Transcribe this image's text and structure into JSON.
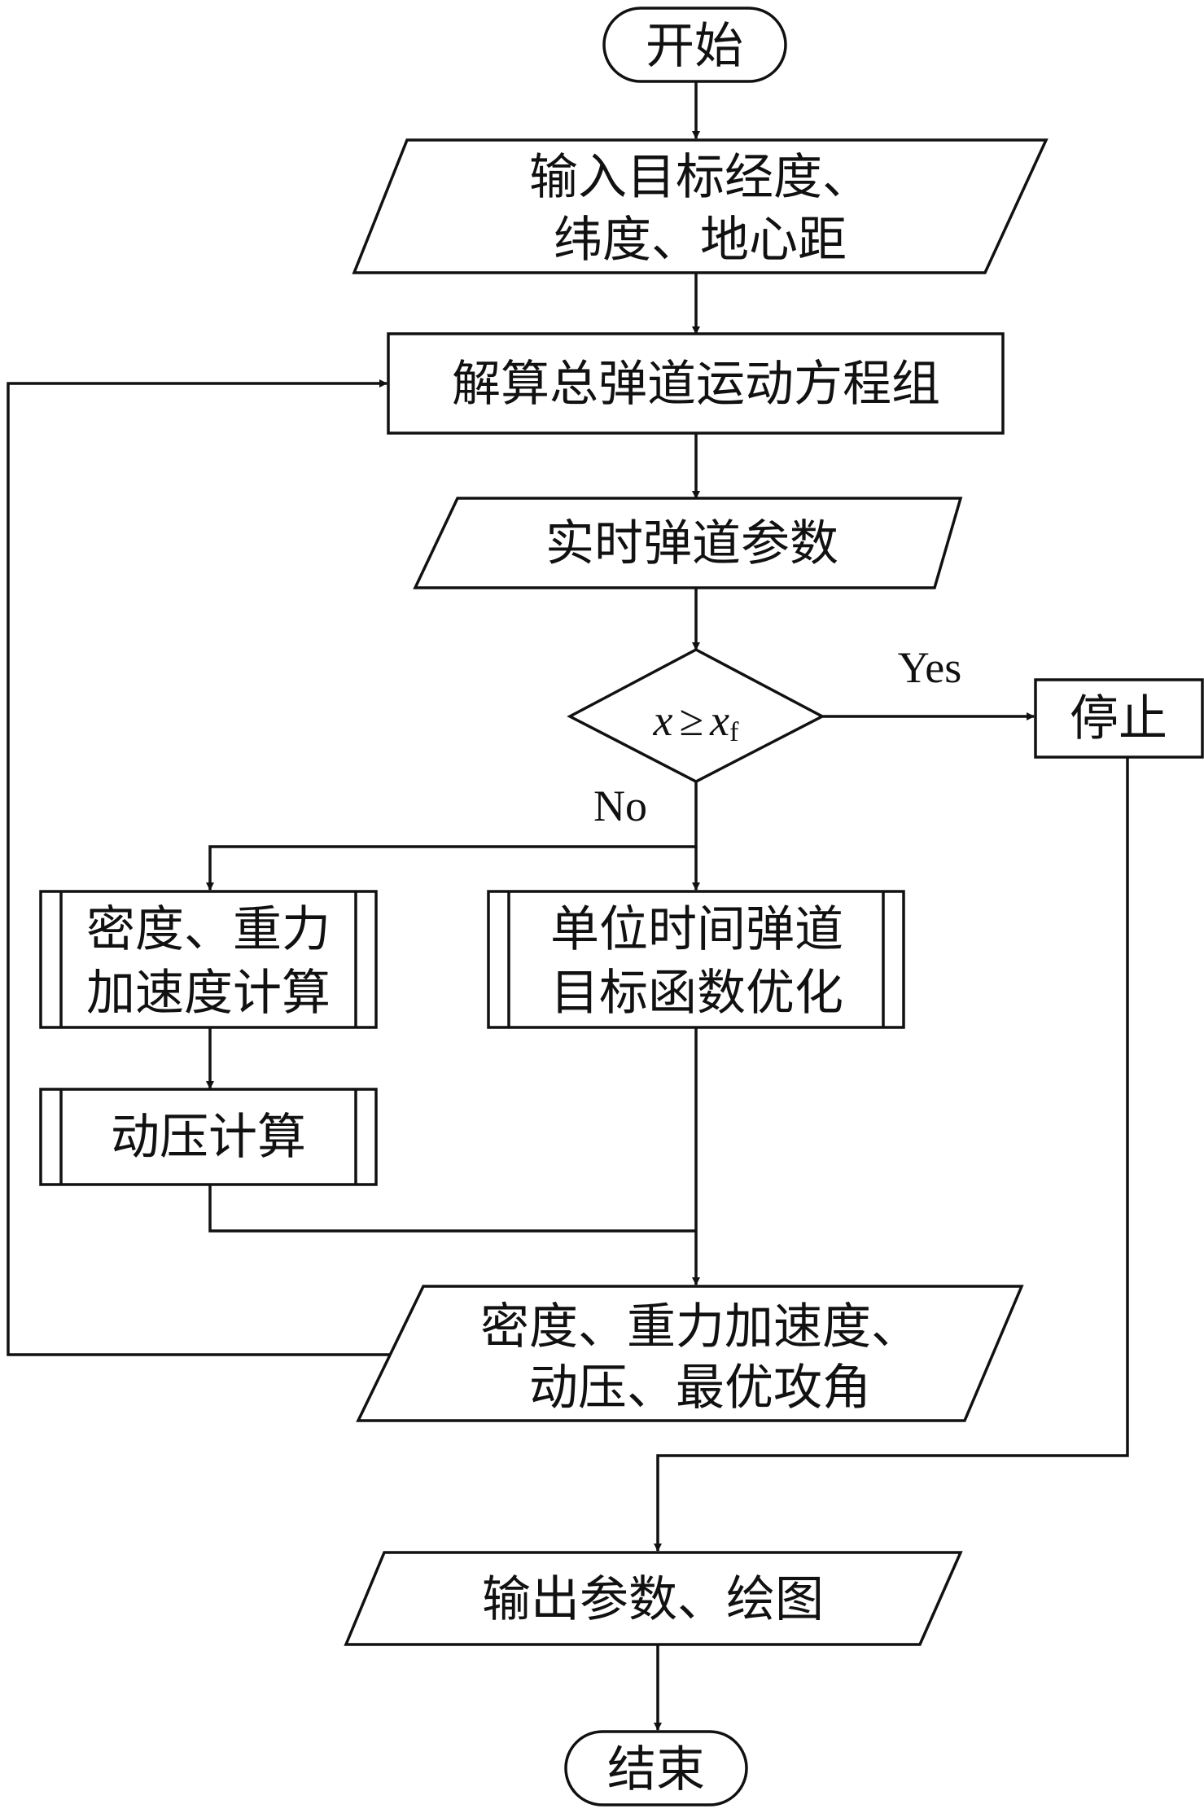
{
  "flowchart": {
    "start": "开始",
    "input": [
      "输入目标经度、",
      "纬度、地心距"
    ],
    "solve": "解算总弹道运动方程组",
    "realtime": "实时弹道参数",
    "decision": {
      "var": "x",
      "op": "≥",
      "rhs": "x",
      "rhs_sub": "f"
    },
    "yes_label": "Yes",
    "no_label": "No",
    "stop": "停止",
    "density_calc": [
      "密度、重力",
      "加速度计算"
    ],
    "pressure_calc": "动压计算",
    "optimize": [
      "单位时间弹道",
      "目标函数优化"
    ],
    "result": [
      "密度、重力加速度、",
      "动压、最优攻角"
    ],
    "output": "输出参数、绘图",
    "end": "结束"
  }
}
